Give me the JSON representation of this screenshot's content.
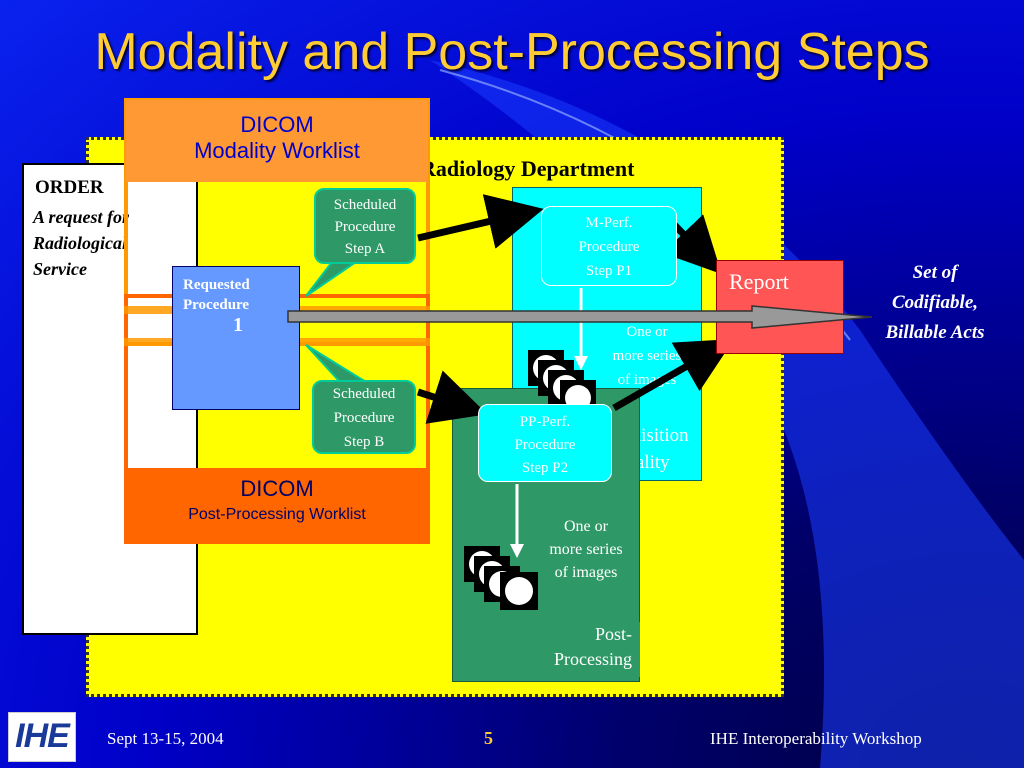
{
  "slide": {
    "title": "Modality and Post-Processing Steps"
  },
  "department": {
    "label": "Radiology Department"
  },
  "order": {
    "title": "ORDER",
    "description": "A request for Radiological Service"
  },
  "worklists": {
    "modality": {
      "line1": "DICOM",
      "line2": "Modality Worklist"
    },
    "post_processing": {
      "line1": "DICOM",
      "line2": "Post-Processing Worklist"
    }
  },
  "requested_procedure": {
    "line1": "Requested",
    "line2": "Procedure",
    "number": "1"
  },
  "scheduled_step_a": {
    "line1": "Scheduled",
    "line2": "Procedure",
    "line3": "Step A"
  },
  "scheduled_step_b": {
    "line1": "Scheduled",
    "line2": "Procedure",
    "line3": "Step B"
  },
  "acquisition": {
    "label_line1": "Acquisition",
    "label_line2": "Modality",
    "pps": {
      "line1": "M-Perf.",
      "line2": "Procedure",
      "line3": "Step P1"
    },
    "series": {
      "line1": "One or",
      "line2": "more series",
      "line3": "of images"
    }
  },
  "post_processing": {
    "label_line1": "Post-",
    "label_line2": "Processing",
    "pps": {
      "line1": "PP-Perf.",
      "line2": "Procedure",
      "line3": "Step P2"
    },
    "series": {
      "line1": "One or",
      "line2": "more series",
      "line3": "of images"
    }
  },
  "report": {
    "label": "Report"
  },
  "acts": {
    "line1": "Set of",
    "line2": "Codifiable,",
    "line3": "Billable Acts"
  },
  "footer": {
    "date": "Sept 13-15, 2004",
    "page": "5",
    "organization": "IHE Interoperability Workshop",
    "logo_text": "IHE"
  },
  "colors": {
    "background": "#0a22ee",
    "title": "#ffcc33",
    "department": "#ffff00",
    "acquisition": "#00ffff",
    "post_processing": "#2e9966",
    "report": "#ff5555",
    "modality_worklist": "#ff9933",
    "post_processing_worklist": "#ff6600"
  }
}
